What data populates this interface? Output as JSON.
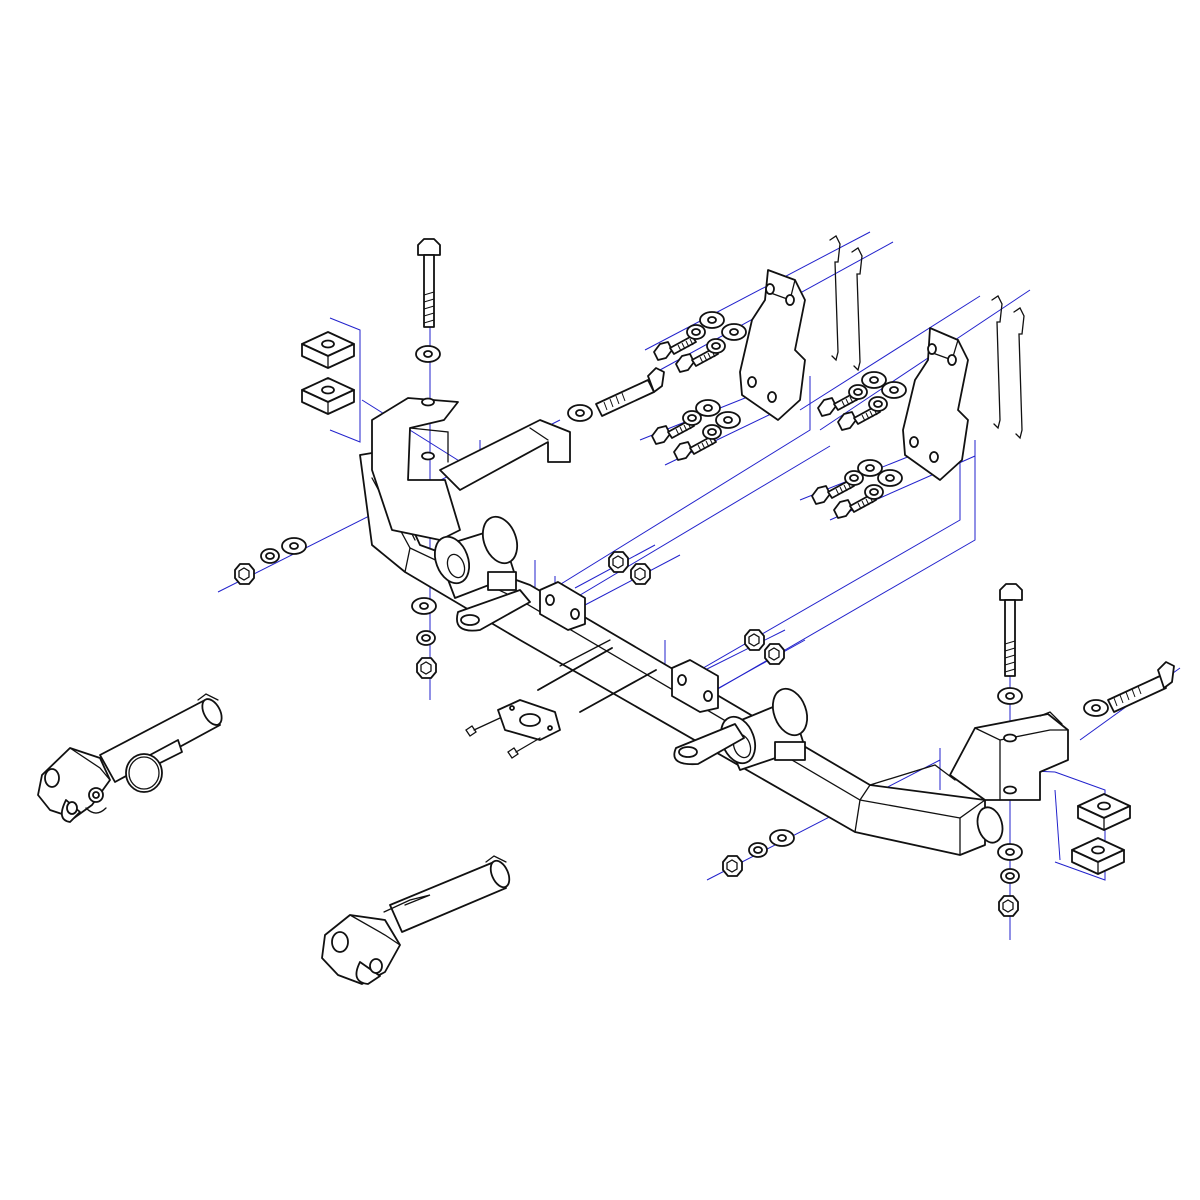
{
  "diagram": {
    "type": "exploded-assembly-line-drawing",
    "colors": {
      "background": "#ffffff",
      "part_line": "#111111",
      "guide_line": "#2222cc"
    },
    "parts": [
      "hitch-crossbar",
      "tow-tab",
      "receiver-sleeve",
      "side-mount-bracket",
      "frame-plate",
      "hex-bolt",
      "flat-washer",
      "lock-washer",
      "hex-nut",
      "square-spacer-block",
      "cotter-hook-rod",
      "threaded-rod",
      "gasket-plate",
      "small-screw",
      "clevis-pin-assembly",
      "ring-clip"
    ]
  }
}
